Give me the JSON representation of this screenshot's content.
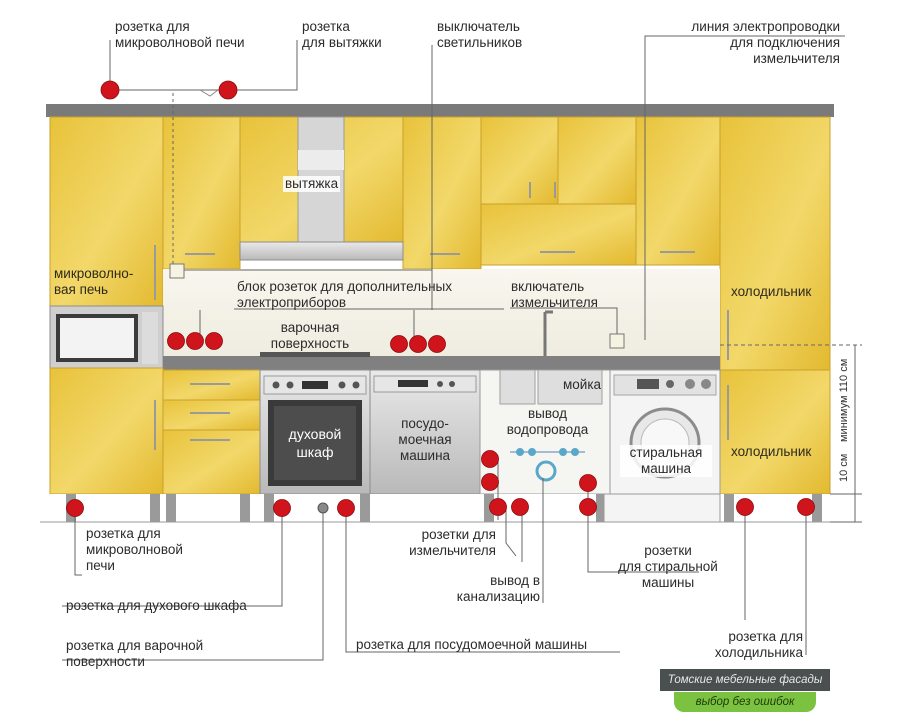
{
  "labels": {
    "socket_microwave_top": "розетка для\nмикроволновой печи",
    "socket_hood": "розетка\nдля вытяжки",
    "light_switch": "выключатель\nсветильников",
    "grinder_wiring": "линия электропроводки\nдля подключения\nизмельчителя",
    "hood": "вытяжка",
    "microwave": "микроволно-\nвая печь",
    "socket_block": "блок розеток для дополнительных\nэлектроприборов",
    "grinder_switch": "включатель\nизмельчителя",
    "fridge_upper": "холодильник",
    "cooktop": "варочная\nповерхность",
    "sink": "мойка",
    "water_outlet": "вывод\nводопровода",
    "oven": "духовой\nшкаф",
    "dishwasher": "посудо-\nмоечная\nмашина",
    "washer": "стиральная\nмашина",
    "fridge_lower": "холодильник",
    "socket_microwave_bottom": "розетка для\nмикроволновой\nпечи",
    "socket_grinder": "розетки для\nизмельчителя",
    "sewer_outlet": "вывод в\nканализацию",
    "socket_washer": "розетки\nдля стиральной\nмашины",
    "socket_oven": "розетка для духового шкафа",
    "socket_cooktop": "розетка для варочной\nповерхности",
    "socket_dishwasher": "розетка для посудомоечной машины",
    "socket_fridge": "розетка для\nхолодильника",
    "dim_10": "10 см",
    "dim_110": "минимум 110 см"
  },
  "badge": {
    "line1": "Томские мебельные фасады",
    "line2": "выбор без ошибок"
  },
  "colors": {
    "cabinet": "#e9c23e",
    "cabinet_light": "#f3d96e",
    "socket": "#d0141c",
    "counter": "#7f7f7f",
    "badge_dark": "#4a4f4f",
    "badge_green": "#7cc241"
  }
}
